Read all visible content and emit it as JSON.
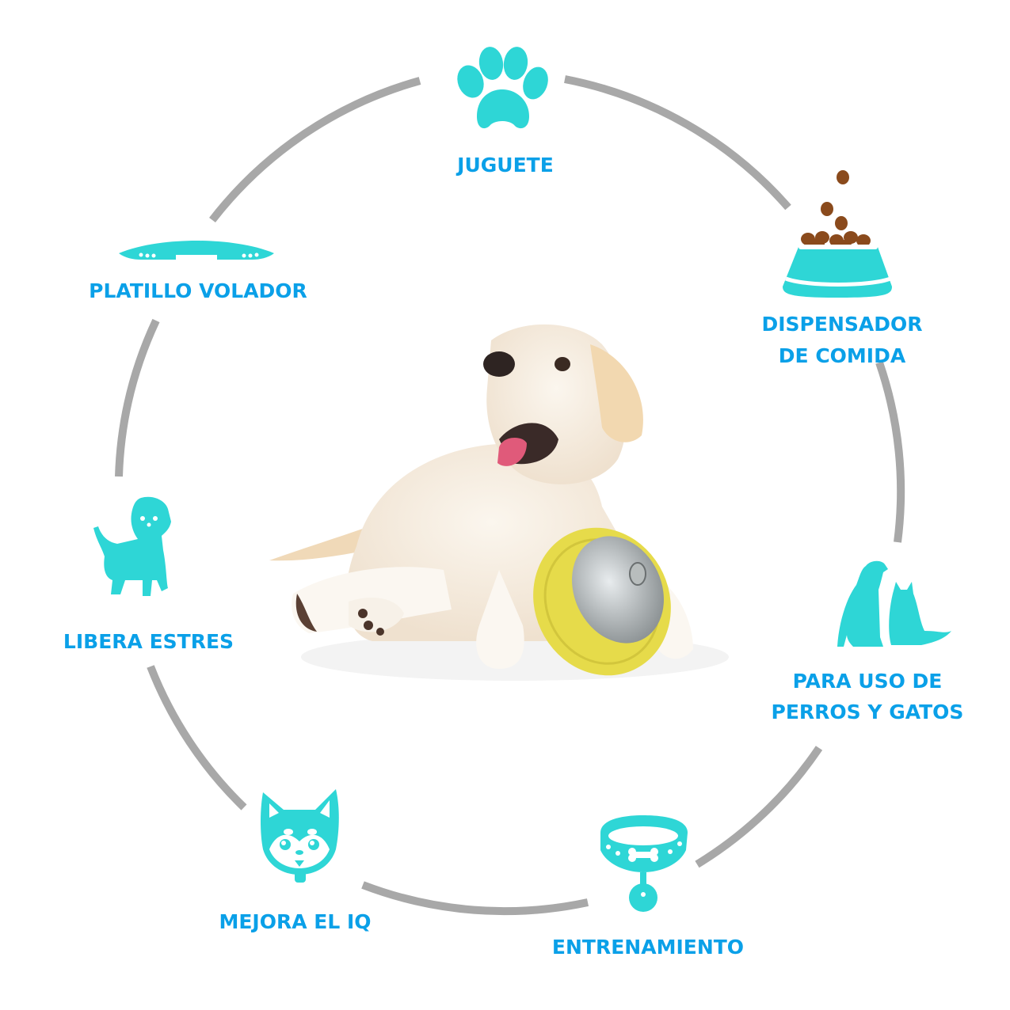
{
  "diagram": {
    "type": "circular-feature-diagram",
    "center_image": "puppy-with-yellow-saucer-treat-toy",
    "colors": {
      "label_text": "#0aa0e8",
      "icon_fill": "#2ed6d6",
      "ring_stroke": "#a8a8a8",
      "kibble": "#8a4a1c",
      "toy_ring": "#e6db4a"
    },
    "features": [
      {
        "id": "juguete",
        "label": "JUGUETE",
        "icon": "paw-print-icon"
      },
      {
        "id": "dispensador",
        "label_line1": "DISPENSADOR",
        "label_line2": "DE COMIDA",
        "icon": "food-bowl-icon"
      },
      {
        "id": "perros-gatos",
        "label_line1": "PARA USO DE",
        "label_line2": "PERROS Y GATOS",
        "icon": "dog-and-cat-icon"
      },
      {
        "id": "entrenamiento",
        "label": "ENTRENAMIENTO",
        "icon": "dog-collar-icon"
      },
      {
        "id": "mejora-iq",
        "label": "MEJORA EL IQ",
        "icon": "shiba-face-icon"
      },
      {
        "id": "libera-estres",
        "label": "LIBERA ESTRES",
        "icon": "puppy-silhouette-icon"
      },
      {
        "id": "platillo",
        "label": "PLATILLO VOLADOR",
        "icon": "flying-saucer-icon"
      }
    ]
  }
}
